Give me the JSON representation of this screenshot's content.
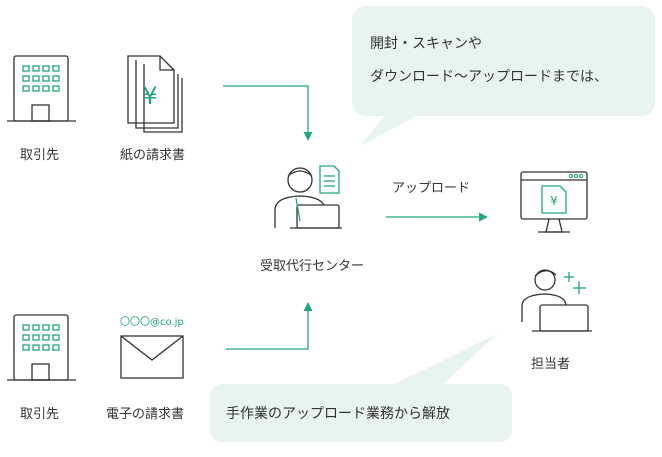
{
  "labels": {
    "client_top": "取引先",
    "paper_invoice": "紙の請求書",
    "client_bottom": "取引先",
    "email_invoice": "電子の請求書",
    "center": "受取代行センター",
    "upload": "アップロード",
    "staff": "担当者"
  },
  "email_address": "〇〇〇@co.jp",
  "currency_symbol": "¥",
  "speech_top": {
    "line1": "開封・スキャンや",
    "line2": "ダウンロード～アップロードまでは、"
  },
  "speech_bottom": {
    "text": "手作業のアップロード業務から解放"
  },
  "colors": {
    "accent": "#21a67a",
    "bubble": "#e8f5ee",
    "line": "#333333"
  }
}
